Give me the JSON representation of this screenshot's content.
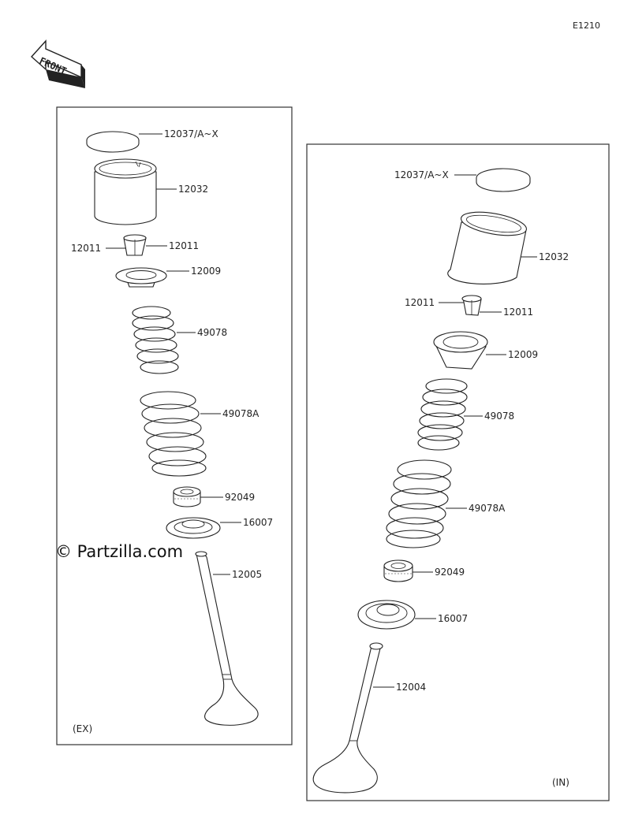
{
  "diagram_code": "E1210",
  "front_label": "FRONT",
  "watermark": "© Partzilla.com",
  "exhaust_panel": {
    "tag": "(EX)",
    "labels": {
      "shim": "12037/A~X",
      "lifter": "12032",
      "collet_left": "12011",
      "collet_right": "12011",
      "retainer": "12009",
      "inner_spring": "49078",
      "outer_spring": "49078A",
      "stem_seal": "92049",
      "spring_seat": "16007",
      "valve": "12005"
    }
  },
  "intake_panel": {
    "tag": "(IN)",
    "labels": {
      "shim": "12037/A~X",
      "lifter": "12032",
      "collet_left": "12011",
      "collet_right": "12011",
      "retainer": "12009",
      "inner_spring": "49078",
      "outer_spring": "49078A",
      "stem_seal": "92049",
      "spring_seat": "16007",
      "valve": "12004"
    }
  }
}
